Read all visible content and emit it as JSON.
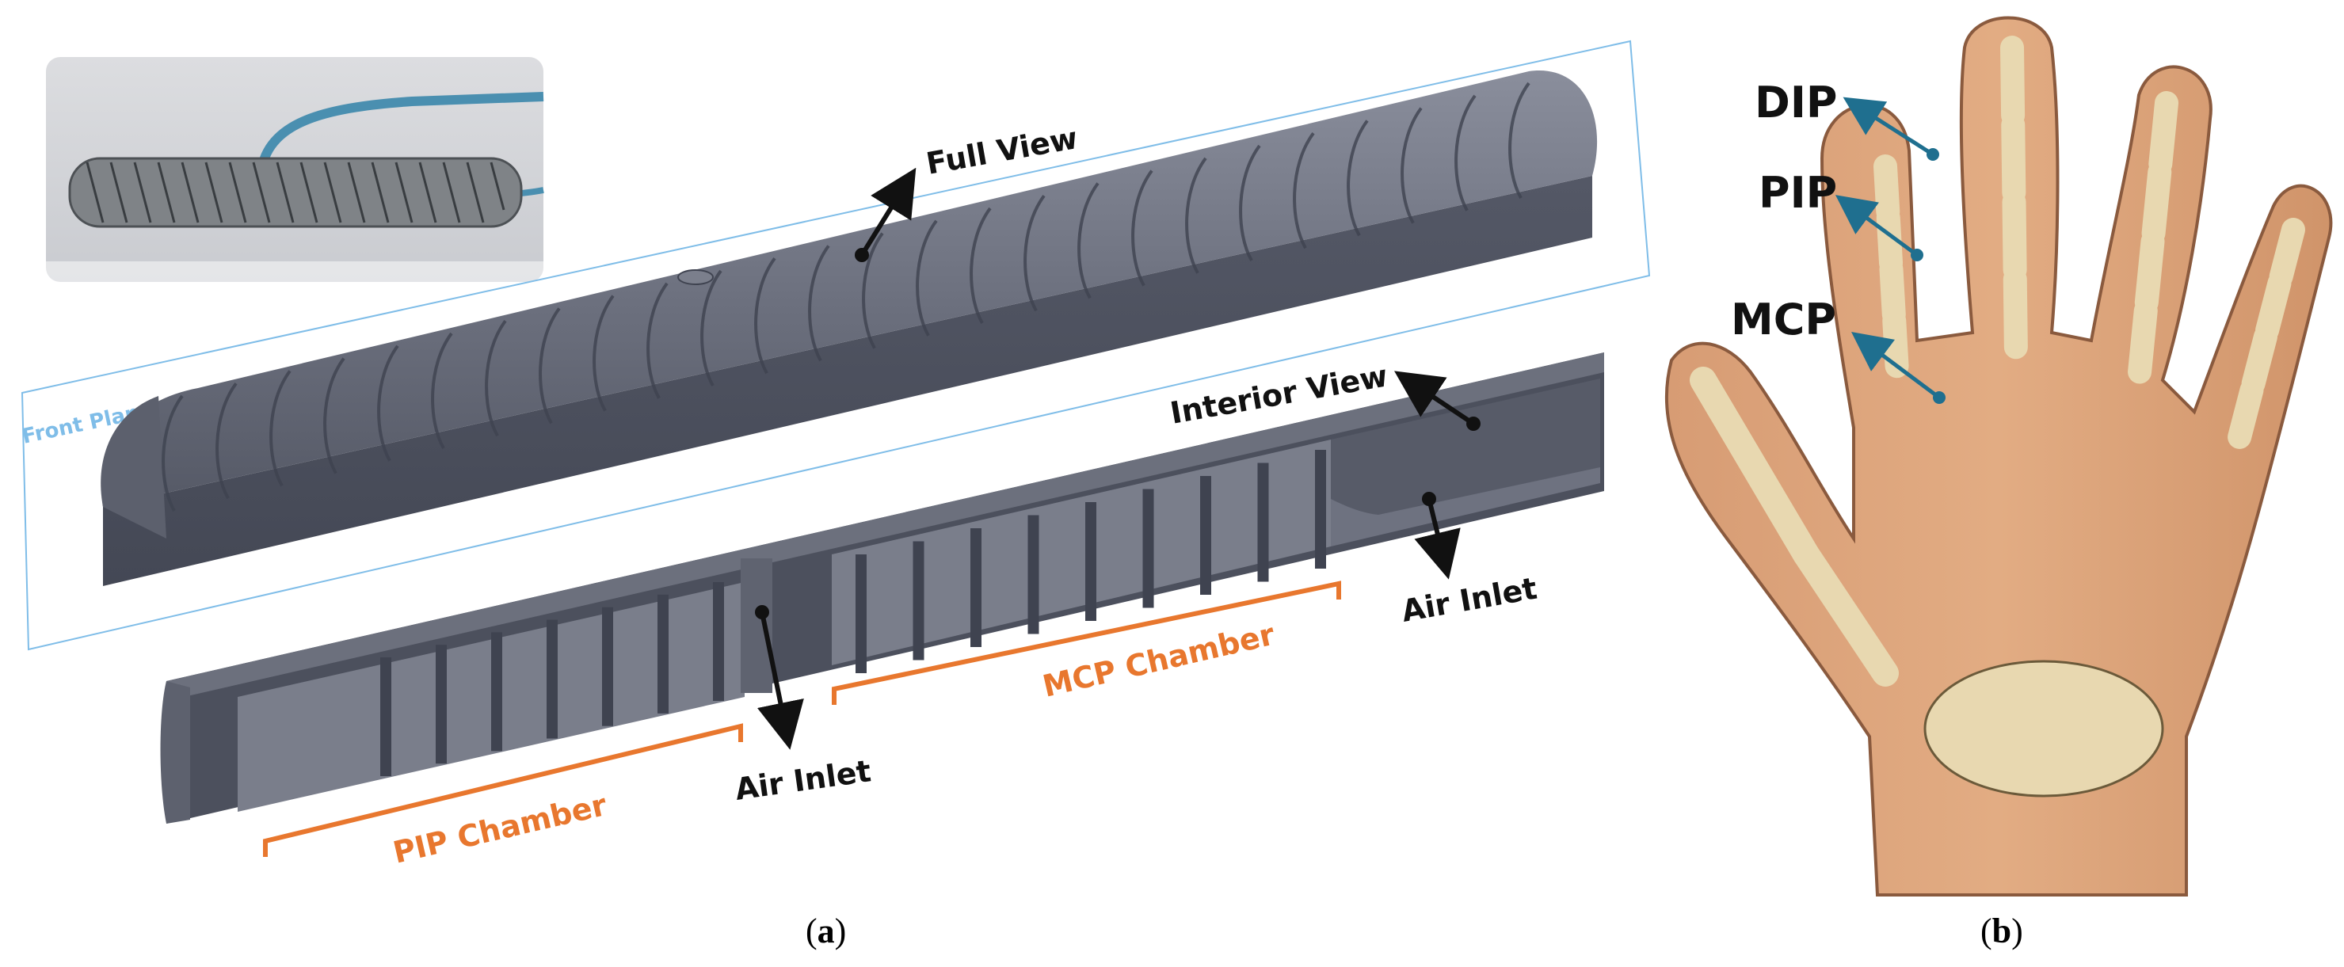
{
  "panel_a": {
    "plane_label": "Front Plane",
    "full_view": "Full View",
    "interior_view": "Interior View",
    "air_inlet_right": "Air Inlet",
    "air_inlet_center": "Air Inlet",
    "mcp_chamber": "MCP Chamber",
    "pip_chamber": "PIP Chamber",
    "caption_open": "(",
    "caption_letter": "a",
    "caption_close": ")"
  },
  "panel_b": {
    "dip": "DIP",
    "pip": "PIP",
    "mcp": "MCP",
    "caption_open": "(",
    "caption_letter": "b",
    "caption_close": ")"
  },
  "colors": {
    "model_top": "#666a78",
    "model_side": "#4b4f5c",
    "chamber_label": "#e8772e",
    "joint_arrow": "#1f6f8f",
    "plane_outline": "#7fbde8",
    "bone": "#e8d8b0",
    "skin": "#d9a177"
  }
}
